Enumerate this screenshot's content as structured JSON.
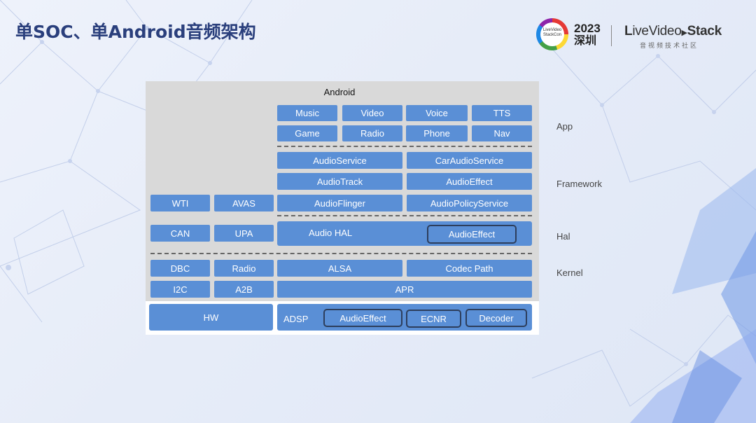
{
  "slide": {
    "title": "单SOC、单Android音频架构"
  },
  "logo": {
    "ring_text": "LiveVideo StackCon",
    "year": "2023",
    "city": "深圳",
    "brand_prefix": "ive",
    "brand_mid": "Video",
    "brand_suffix": "Stack",
    "sub": "音视频技术社区"
  },
  "diagram": {
    "android_title": "Android",
    "apps": [
      "Music",
      "Video",
      "Voice",
      "TTS",
      "Game",
      "Radio",
      "Phone",
      "Nav"
    ],
    "framework": {
      "audio_service": "AudioService",
      "car_audio_service": "CarAudioService",
      "audio_track": "AudioTrack",
      "audio_effect": "AudioEffect",
      "wti": "WTI",
      "avas": "AVAS",
      "audio_flinger": "AudioFlinger",
      "audio_policy_service": "AudioPolicyService"
    },
    "hal": {
      "can": "CAN",
      "upa": "UPA",
      "audio_hal": "Audio HAL",
      "audio_effect": "AudioEffect"
    },
    "kernel": {
      "dbc": "DBC",
      "radio": "Radio",
      "alsa": "ALSA",
      "codec_path": "Codec Path",
      "i2c": "I2C",
      "a2b": "A2B",
      "apr": "APR"
    },
    "hw": {
      "hw": "HW",
      "adsp": "ADSP",
      "audio_effect": "AudioEffect",
      "ecnr": "ECNR",
      "decoder": "Decoder"
    }
  },
  "layers": [
    "App",
    "Framework",
    "Hal",
    "Kernel"
  ],
  "colors": {
    "box": "#5a8fd6",
    "title": "#2a3f7c",
    "diagram_bg": "#d9d9d9"
  }
}
